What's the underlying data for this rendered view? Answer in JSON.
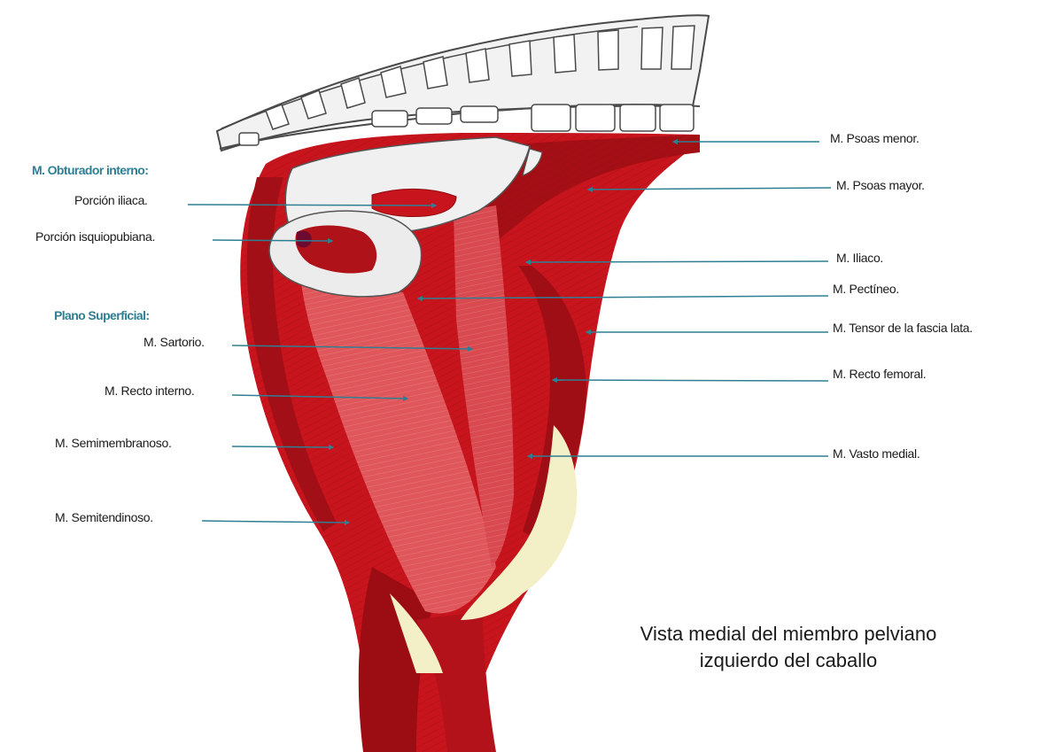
{
  "headings": {
    "obturador": "M. Obturador interno:",
    "plano": "Plano Superficial:"
  },
  "labels_left": {
    "porcion_iliaca": "Porción iliaca.",
    "porcion_isquiopubiana": "Porción isquiopubiana.",
    "sartorio": "M. Sartorio.",
    "recto_interno": "M. Recto interno.",
    "semimembranoso": "M. Semimembranoso.",
    "semitendinoso": "M. Semitendinoso."
  },
  "labels_right": {
    "psoas_menor": "M. Psoas menor.",
    "psoas_mayor": "M. Psoas mayor.",
    "iliaco": "M. Iliaco.",
    "pectineo": "M. Pectíneo.",
    "tensor": "M. Tensor de la fascia lata.",
    "recto_femoral": "M. Recto femoral.",
    "vasto_medial": "M. Vasto medial."
  },
  "caption": {
    "line1": "Vista medial del miembro pelviano",
    "line2": "izquierdo del caballo"
  },
  "colors": {
    "muscle": "#c8141c",
    "muscle_dark": "#8e0c12",
    "muscle_light": "#e0575b",
    "bone": "#f0f0f0",
    "tendon": "#f3efc6",
    "leader": "#2f7f93"
  }
}
